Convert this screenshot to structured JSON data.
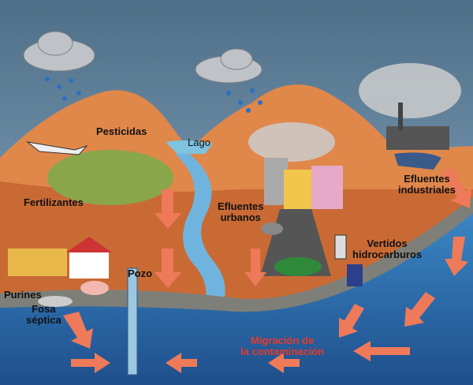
{
  "labels": {
    "pesticidas": "Pesticidas",
    "lago": "Lago",
    "fertilizantes": "Fertilizantes",
    "efluentes_urbanos": [
      "Efluentes",
      "urbanos"
    ],
    "efluentes_industriales": [
      "Efluentes",
      "industriales"
    ],
    "vertidos": [
      "Vertidos",
      "hidrocarburos"
    ],
    "pozo": "Pozo",
    "purines": "Purines",
    "fosa": [
      "Fosa",
      "séptica"
    ],
    "migracion": [
      "Migración de",
      "la contaminación"
    ]
  },
  "colors": {
    "sky": "#6f8ea8",
    "mountain": "#e0874a",
    "ground": "#c96a35",
    "water": "#2f6fb0",
    "arrow": "#ee7a5a",
    "label_accent": "#e8392a"
  }
}
